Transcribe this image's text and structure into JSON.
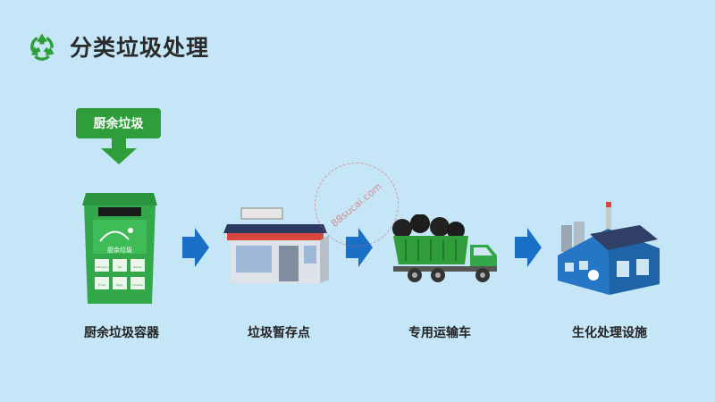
{
  "title": "分类垃圾处理",
  "icons": {
    "title": "recycle-icon",
    "arrow": "arrow-right-icon"
  },
  "colors": {
    "green": "#2f9e3a",
    "arrow_blue": "#1a6fc6",
    "background": "#c5e6f6"
  },
  "bin_tag": "厨余垃圾",
  "bin_print": {
    "brand": "厨余垃圾",
    "cells": [
      "Leftovers",
      "Tea",
      "Bones",
      "Fruits",
      "Eggs",
      "Flowers"
    ]
  },
  "stages": [
    {
      "label": "厨余垃圾容器"
    },
    {
      "label": "垃圾暂存点"
    },
    {
      "label": "专用运输车"
    },
    {
      "label": "生化处理设施"
    }
  ],
  "watermark": "88sucai.com"
}
